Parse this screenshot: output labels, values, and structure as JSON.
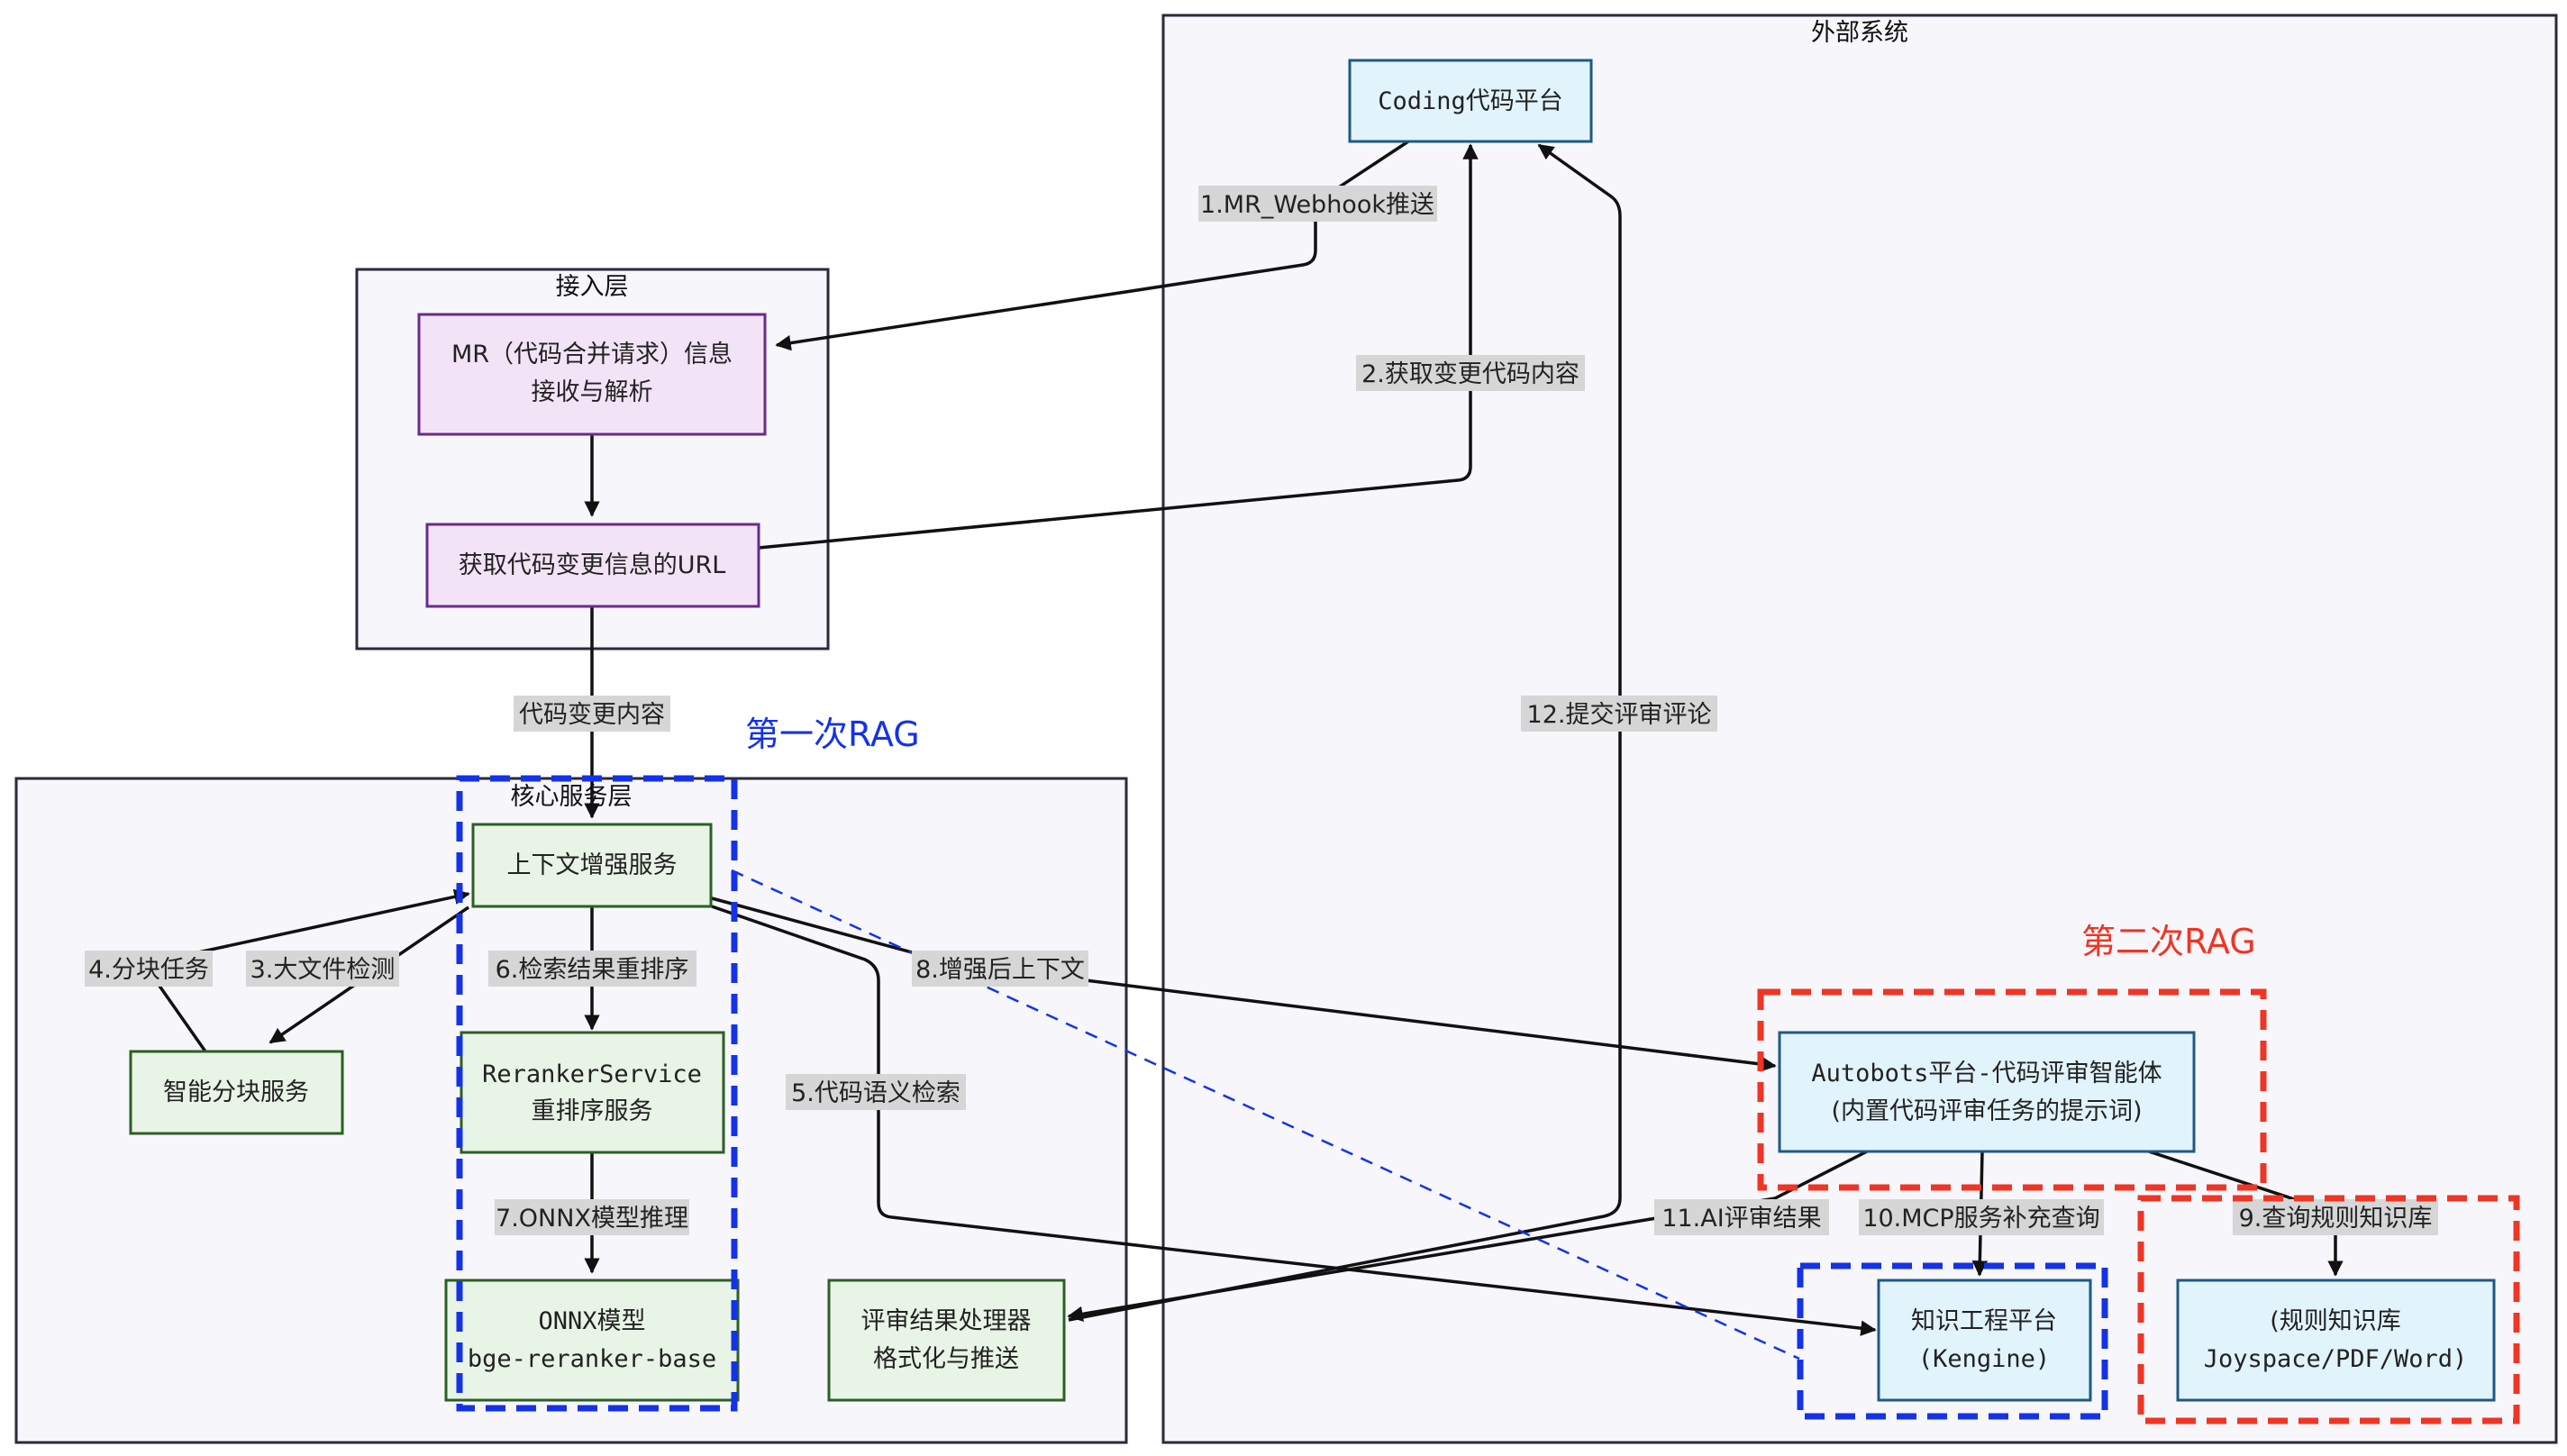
{
  "groups": {
    "external": "外部系统",
    "access": "接入层",
    "core": "核心服务层"
  },
  "nodes": {
    "coding": "Coding代码平台",
    "mr_line1": "MR（代码合并请求）信息",
    "mr_line2": "接收与解析",
    "fetch_url": "获取代码变更信息的URL",
    "context": "上下文增强服务",
    "chunk": "智能分块服务",
    "reranker_line1": "RerankerService",
    "reranker_line2": "重排序服务",
    "onnx_line1": "ONNX模型",
    "onnx_line2": "bge-reranker-base",
    "result_line1": "评审结果处理器",
    "result_line2": "格式化与推送",
    "autobots_line1": "Autobots平台-代码评审智能体",
    "autobots_line2": "(内置代码评审任务的提示词)",
    "kengine_line1": "知识工程平台",
    "kengine_line2": "(Kengine)",
    "rules_line1": "(规则知识库",
    "rules_line2": "Joyspace/PDF/Word)"
  },
  "edges": {
    "e1": "1.MR_Webhook推送",
    "e2": "2.获取变更代码内容",
    "e_code": "代码变更内容",
    "e3": "3.大文件检测",
    "e4": "4.分块任务",
    "e5": "5.代码语义检索",
    "e6": "6.检索结果重排序",
    "e7": "7.ONNX模型推理",
    "e8": "8.增强后上下文",
    "e9": "9.查询规则知识库",
    "e10": "10.MCP服务补充查询",
    "e11": "11.AI评审结果",
    "e12": "12.提交评审评论"
  },
  "annotations": {
    "rag1": "第一次RAG",
    "rag2": "第二次RAG"
  },
  "colors": {
    "rag_blue": "#1433e6",
    "rag_red": "#ef3524",
    "purple_fill": "#f3e3f6",
    "green_fill": "#e8f4e6",
    "blue_fill": "#e1f3fb"
  }
}
